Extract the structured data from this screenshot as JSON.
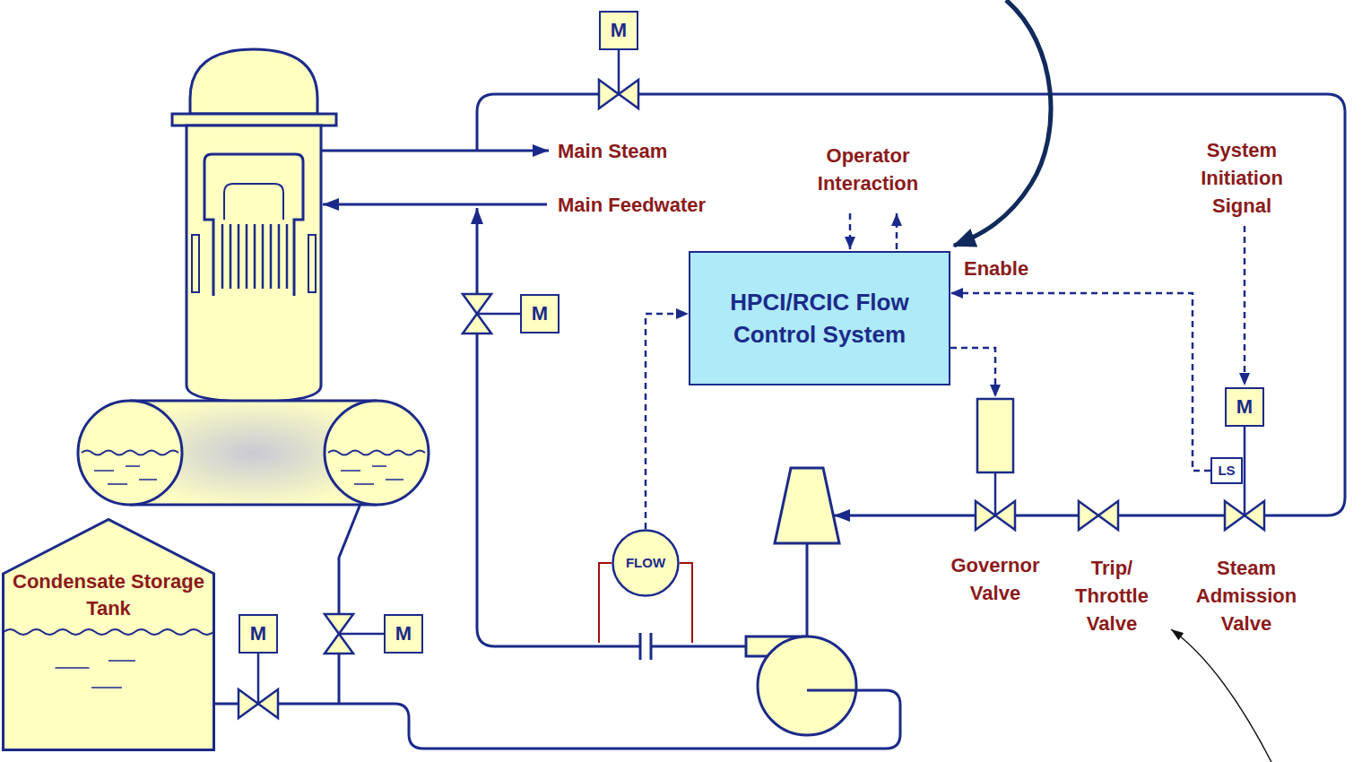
{
  "diagram": {
    "nodes": [
      {
        "text": [
          "M"
        ]
      },
      {
        "text": [
          "HPCI/RCIC Flow Control System"
        ]
      },
      {
        "text": [
          "M"
        ]
      },
      {
        "text": [
          "M"
        ]
      },
      {
        "text": [
          "LS"
        ]
      },
      {
        "text": [
          "FLOW"
        ]
      },
      {
        "text": [
          "Condensate Storage Tank"
        ]
      },
      {
        "text": [
          "M"
        ]
      },
      {
        "text": [
          "M"
        ]
      }
    ],
    "edges": [
      {
        "from": 5,
        "to": 1,
        "arrow": "to"
      },
      {
        "from": 4,
        "to": 1,
        "label": "Enable",
        "arrow": "to"
      }
    ],
    "labels": [
      "Main Steam",
      "Main Feedwater",
      "Operator Interaction",
      "System Initiation Signal",
      "Governor Valve",
      "Trip/ Throttle Valve",
      "Steam Admission Valve"
    ]
  }
}
